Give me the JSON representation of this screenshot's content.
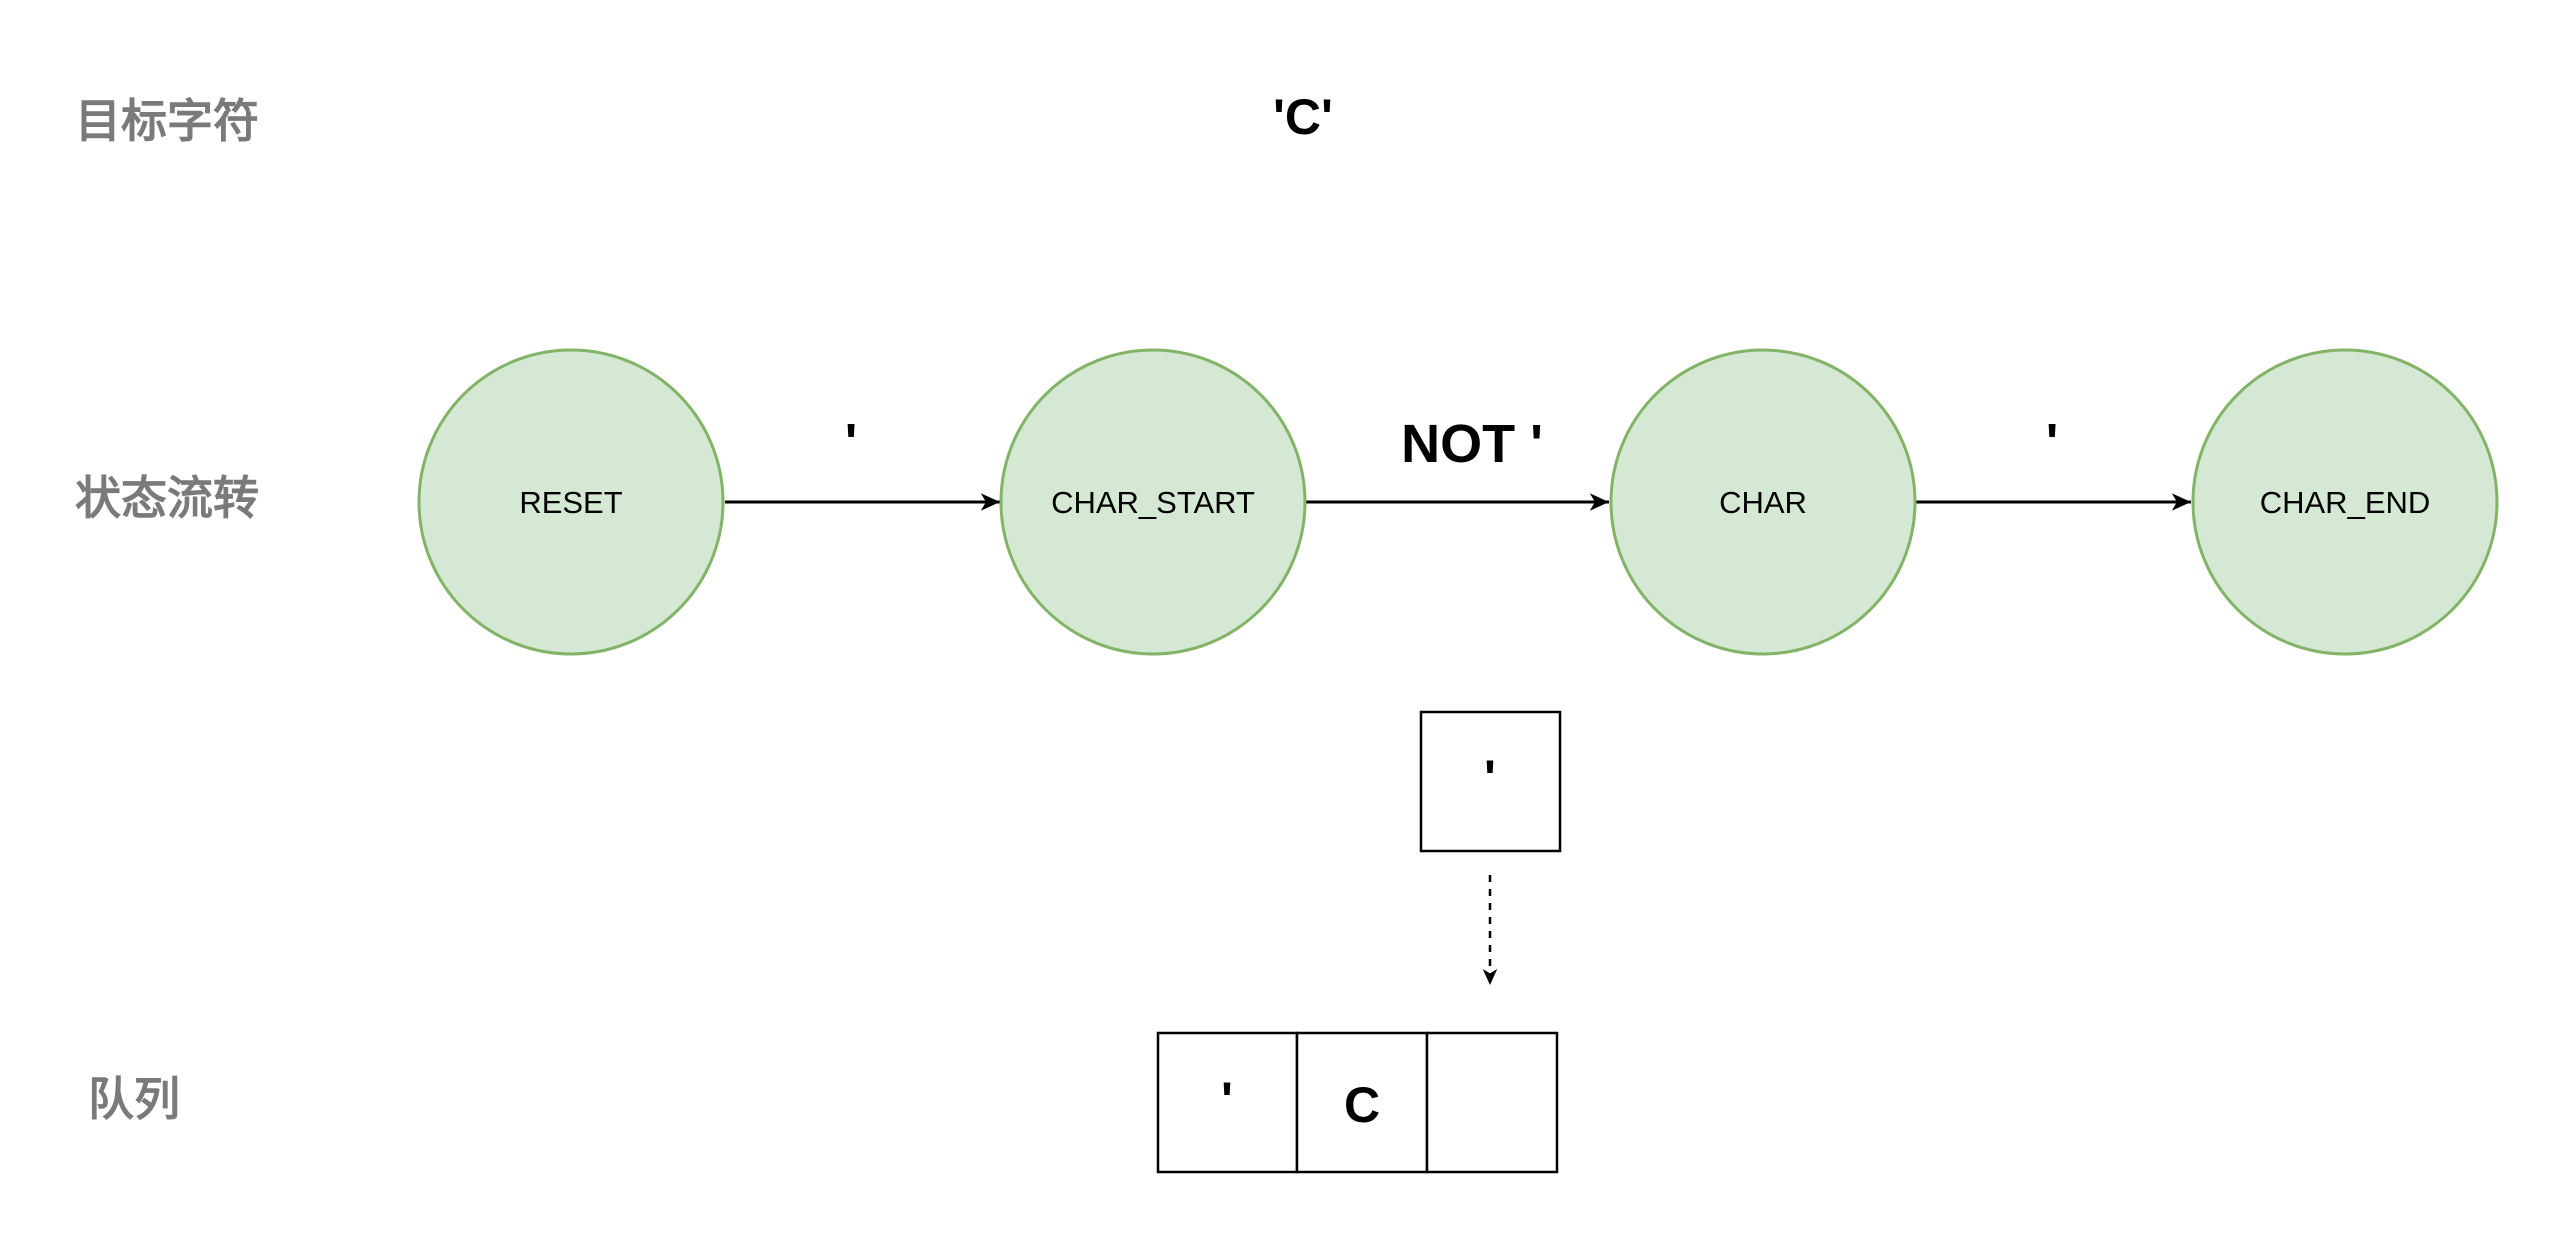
{
  "labels": {
    "target": "目标字符",
    "states": "状态流转",
    "queue": "队列"
  },
  "target_char": "'C'",
  "states": [
    "RESET",
    "CHAR_START",
    "CHAR",
    "CHAR_END"
  ],
  "transitions": [
    "'",
    "NOT '",
    "'"
  ],
  "incoming_char": "'",
  "queue": [
    "'",
    "C",
    ""
  ],
  "colors": {
    "state_fill": "#d5e8d4",
    "state_stroke": "#82b366",
    "label_gray": "#7a7a7a"
  }
}
